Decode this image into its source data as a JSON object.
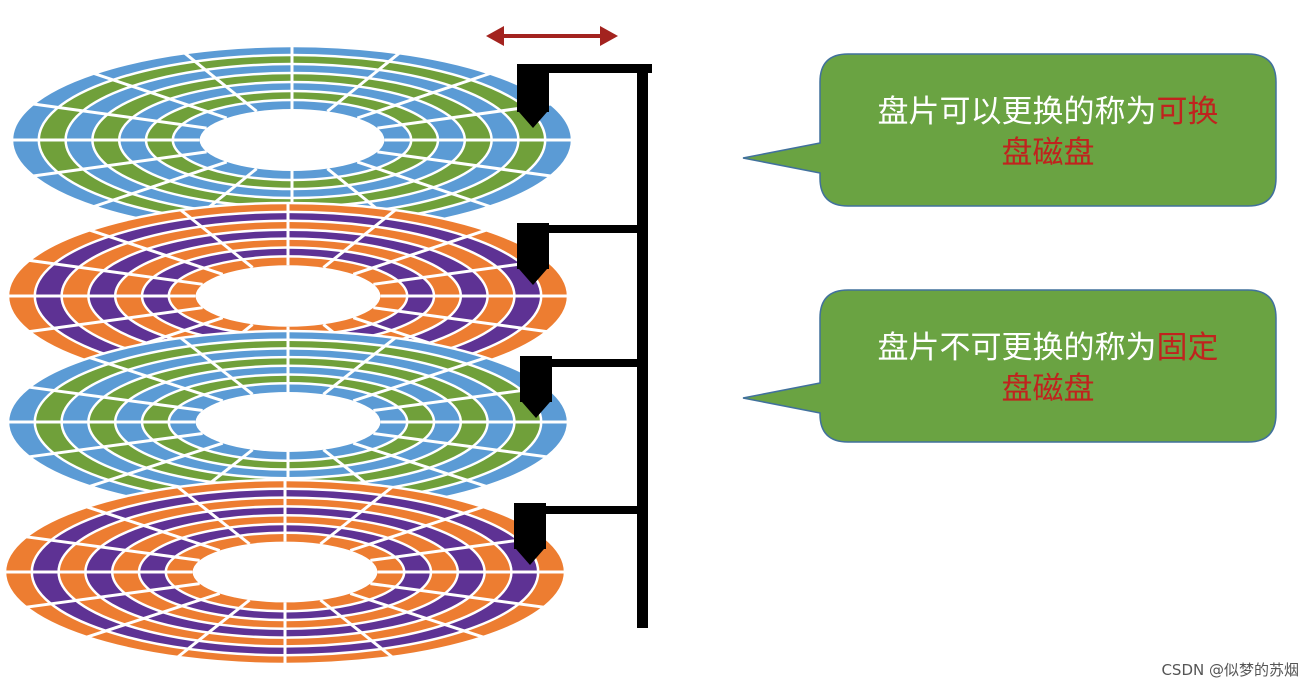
{
  "colors": {
    "blue": "#5b9bd5",
    "green": "#70a03a",
    "orange": "#ed7d31",
    "purple": "#5e3294",
    "callout_fill": "#6aa342",
    "callout_border": "#41719c",
    "highlight_red": "#c0231e",
    "arrow_red": "#a3231f",
    "structure_black": "#000000"
  },
  "platters": [
    {
      "outer": "blue",
      "inner": "green"
    },
    {
      "outer": "orange",
      "inner": "purple"
    },
    {
      "outer": "blue",
      "inner": "green"
    },
    {
      "outer": "orange",
      "inner": "purple"
    }
  ],
  "callouts": [
    {
      "line1_normal": "盘片可以更换的称为",
      "line1_highlight": "可换",
      "line2_highlight": "盘磁盘"
    },
    {
      "line1_normal": "盘片不可更换的称为",
      "line1_highlight": "固定",
      "line2_highlight": "盘磁盘"
    }
  ],
  "watermark": "CSDN @似梦的苏烟"
}
